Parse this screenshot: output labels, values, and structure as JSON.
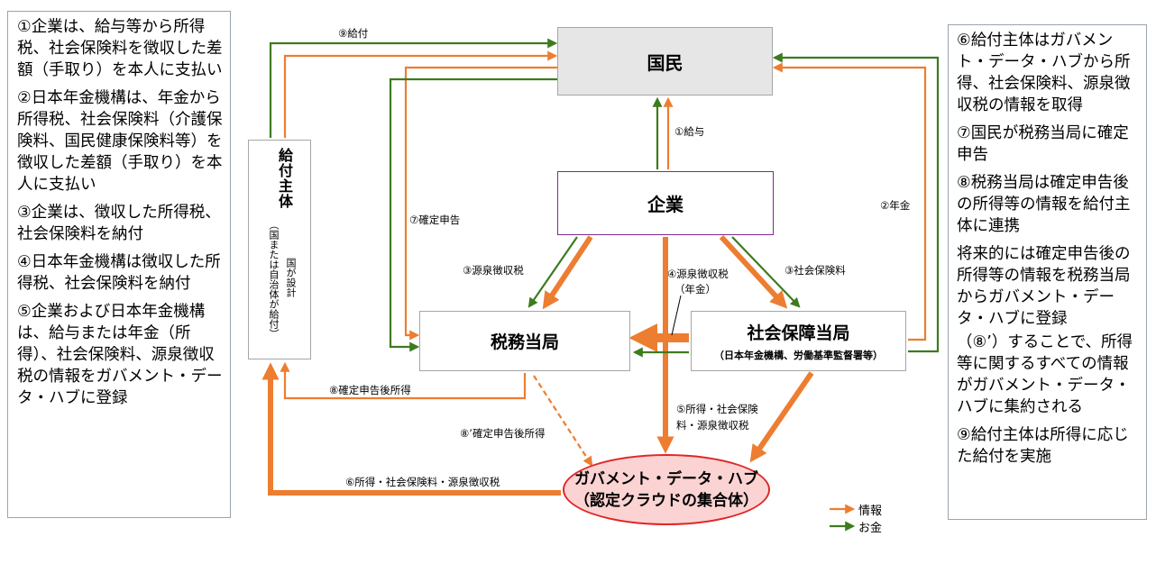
{
  "left_note": {
    "items": [
      "①企業は、給与等から所得税、社会保険料を徴収した差額（手取り）を本人に支払い",
      "②日本年金機構は、年金から所得税、社会保険料（介護保険料、国民健康保険料等）を徴収した差額（手取り）を本人に支払い",
      "③企業は、徴収した所得税、社会保険料を納付",
      "④日本年金機構は徴収した所得税、社会保険料を納付",
      "⑤企業および日本年金機構は、給与または年金（所得）、社会保険料、源泉徴収税の情報をガバメント・データ・ハブに登録"
    ]
  },
  "right_note": {
    "items": [
      "⑥給付主体はガバメント・データ・ハブから所得、社会保険料、源泉徴収税の情報を取得",
      "⑦国民が税務当局に確定申告",
      "⑧税務当局は確定申告後の所得等の情報を給付主体に連携",
      "将来的には確定申告後の所得等の情報を税務当局からガバメント・データ・ハブに登録",
      "（⑧’）することで、所得等に関するすべての情報がガバメント・データ・ハブに集約される",
      "⑨給付主体は所得に応じた給付を実施"
    ]
  },
  "nodes": {
    "kokumin": "国民",
    "kigyo": "企業",
    "zeimu": "税務当局",
    "shakai_title": "社会保障当局",
    "shakai_sub": "（日本年金機構、労働基準監督署等）",
    "kyufu_main": "給付主体",
    "kyufu_sub1": "（国または自治体が給付）",
    "kyufu_sub2": "国が設計",
    "gov_line1": "ガバメント・データ・ハブ",
    "gov_line2": "（認定クラウドの集合体）"
  },
  "edge_labels": {
    "kyufu_9": "⑨給付",
    "kyuyo_1": "①給与",
    "nenkin_2": "②年金",
    "kakutei_7": "⑦確定申告",
    "gensen_3": "③源泉徴収税",
    "shakai_3": "③社会保険料",
    "gensen_4_l1": "④源泉徴収税",
    "gensen_4_l2": "（年金）",
    "kakutei_8": "⑧確定申告後所得",
    "kakutei_8p": "⑧’確定申告後所得",
    "shotoku_5_l1": "⑤所得・社会保険",
    "shotoku_5_l2": "料・源泉徴収税",
    "shotoku_6": "⑥所得・社会保険料・源泉徴収税"
  },
  "legend": {
    "info": "情報",
    "money": "お金"
  },
  "colors": {
    "info_orange": "#ed7d31",
    "money_green": "#3d7b1f",
    "kigyo_border": "#7b2c8c",
    "gov_fill": "#fbd3d3",
    "gov_border": "#e02626"
  }
}
